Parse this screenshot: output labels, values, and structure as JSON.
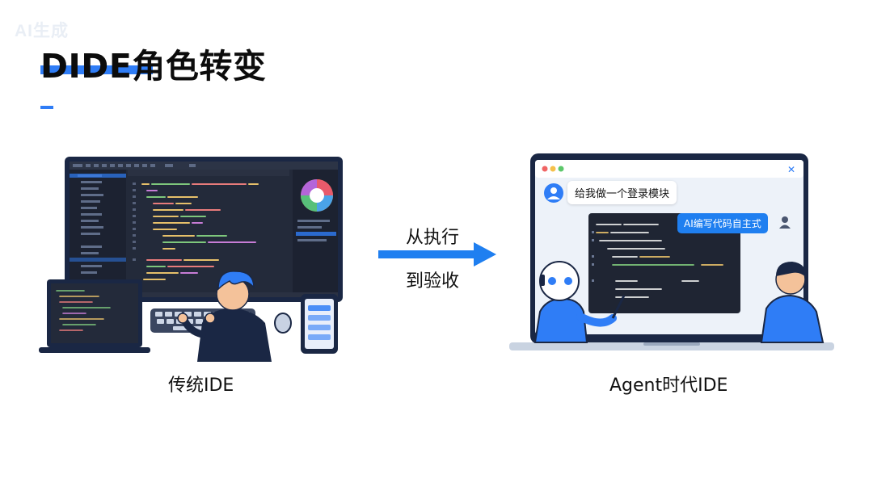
{
  "watermark": "AI生成",
  "title": "DIDE角色转变",
  "left": {
    "caption": "传统IDE"
  },
  "arrow": {
    "top_label": "从执行",
    "bottom_label": "到验收",
    "color": "#1f7ff0"
  },
  "right": {
    "caption": "Agent时代IDE",
    "user_message": "给我做一个登录模块",
    "ai_badge": "AI编写代码自主式"
  },
  "colors": {
    "accent": "#2f7df6",
    "dark_navy": "#1a2744",
    "editor_bg": "#1f2533"
  }
}
